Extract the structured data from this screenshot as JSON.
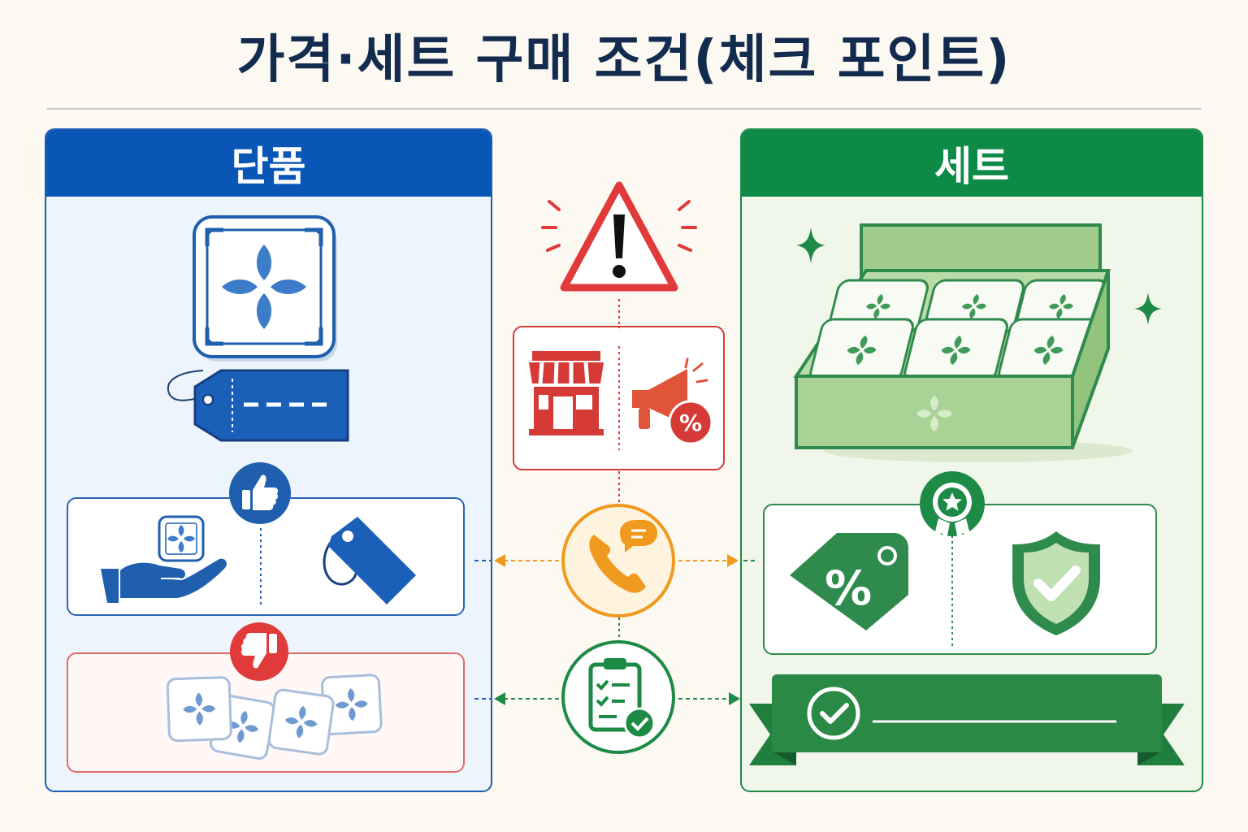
{
  "title": "가격·세트 구매 조건(체크 포인트)",
  "panels": {
    "single": {
      "header": "단품"
    },
    "set": {
      "header": "세트"
    }
  },
  "colors": {
    "title": "#132b4e",
    "blue": "#0a56b6",
    "green": "#0c8a46",
    "red": "#d63a37",
    "orange": "#ef9a1e"
  },
  "icons": {
    "single_product": "single-product-tile-icon",
    "price_tag": "blank-price-tag-icon",
    "thumbs_up": "thumbs-up-icon",
    "hand_offer": "hand-offering-product-icon",
    "tag": "tag-icon",
    "thumbs_down": "thumbs-down-icon",
    "scattered_tiles": "scattered-tiles-icon",
    "warning": "warning-triangle-icon",
    "store": "store-icon",
    "megaphone": "megaphone-percent-icon",
    "phone_chat": "phone-chat-icon",
    "clipboard": "clipboard-check-icon",
    "gift_box": "gift-set-box-icon",
    "award": "award-badge-icon",
    "discount_tag": "discount-tag-icon",
    "shield": "shield-check-icon",
    "ribbon_banner": "ribbon-banner-check-icon",
    "sparkle": "sparkle-icon"
  },
  "symbols": {
    "percent": "%"
  }
}
